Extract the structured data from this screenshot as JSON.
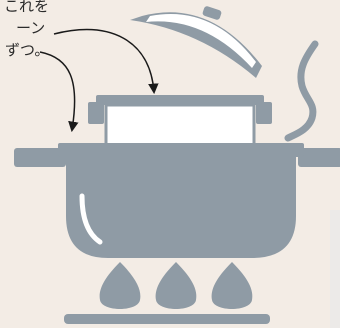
{
  "caption": {
    "line1": "これを",
    "line2": "ーン",
    "line3": "ずつ。"
  },
  "colors": {
    "background": "#f3ece5",
    "pot": "#8f9ba5",
    "highlight": "#ffffff",
    "flame": "#8f9ba5",
    "arrow": "#1a1a1a",
    "text": "#2b2b2b"
  }
}
